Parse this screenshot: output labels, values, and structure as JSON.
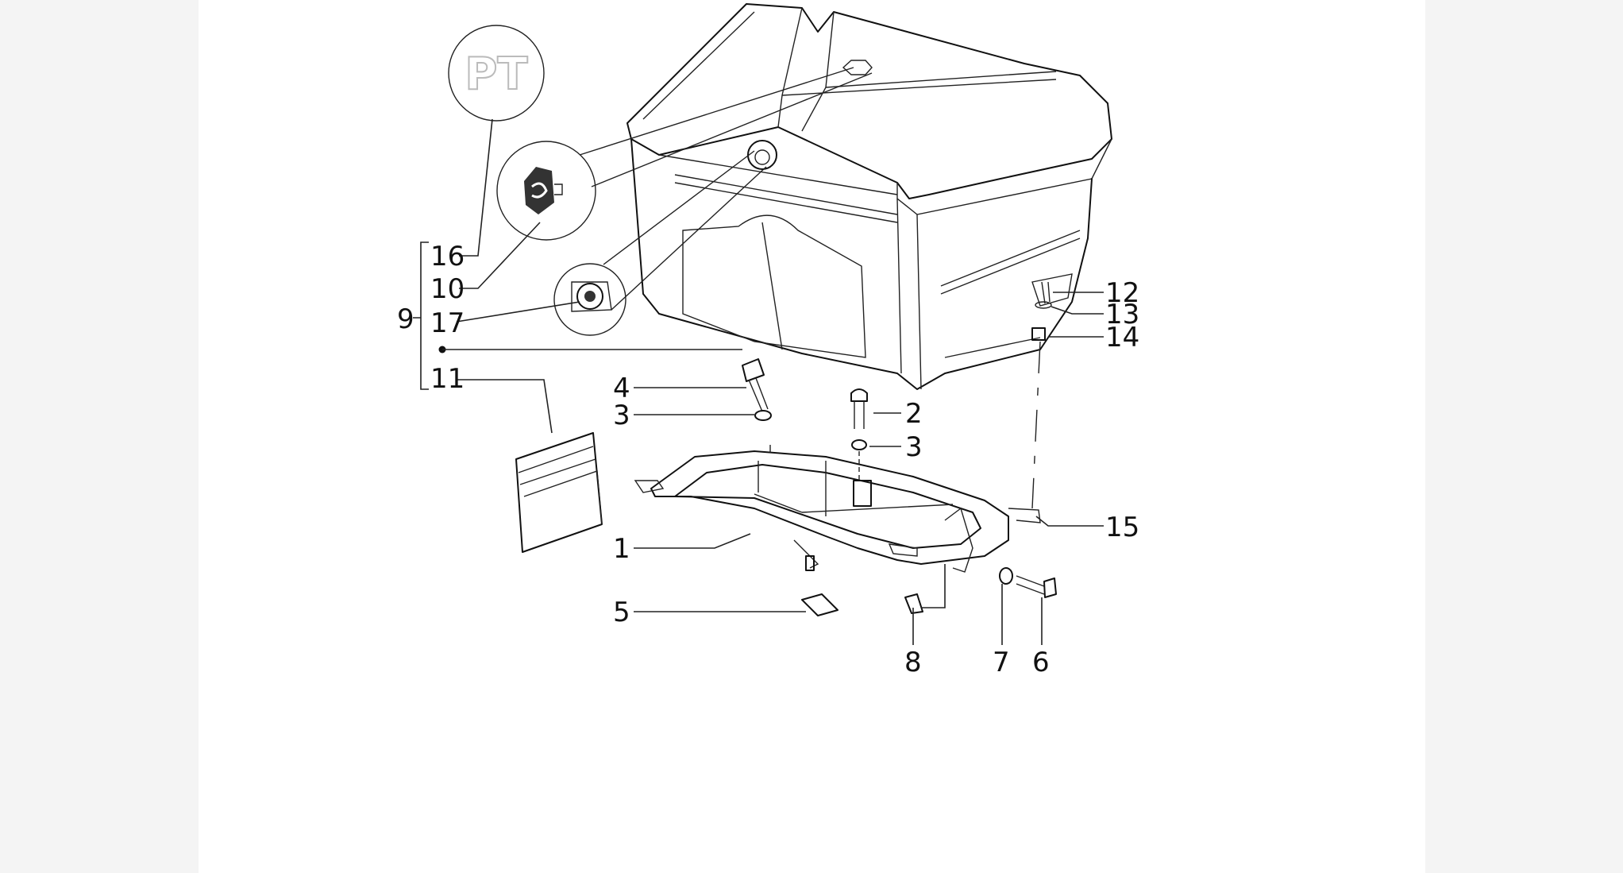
{
  "diagram": {
    "callouts": [
      {
        "id": "1",
        "text": "1"
      },
      {
        "id": "2",
        "text": "2"
      },
      {
        "id": "3a",
        "text": "3"
      },
      {
        "id": "3b",
        "text": "3"
      },
      {
        "id": "4",
        "text": "4"
      },
      {
        "id": "5",
        "text": "5"
      },
      {
        "id": "6",
        "text": "6"
      },
      {
        "id": "7",
        "text": "7"
      },
      {
        "id": "8",
        "text": "8"
      },
      {
        "id": "9",
        "text": "9"
      },
      {
        "id": "10",
        "text": "10"
      },
      {
        "id": "11",
        "text": "11"
      },
      {
        "id": "12",
        "text": "12"
      },
      {
        "id": "13",
        "text": "13"
      },
      {
        "id": "14",
        "text": "14"
      },
      {
        "id": "15",
        "text": "15"
      },
      {
        "id": "16",
        "text": "16"
      },
      {
        "id": "17",
        "text": "17"
      }
    ],
    "stamp": {
      "text": "PT"
    }
  }
}
